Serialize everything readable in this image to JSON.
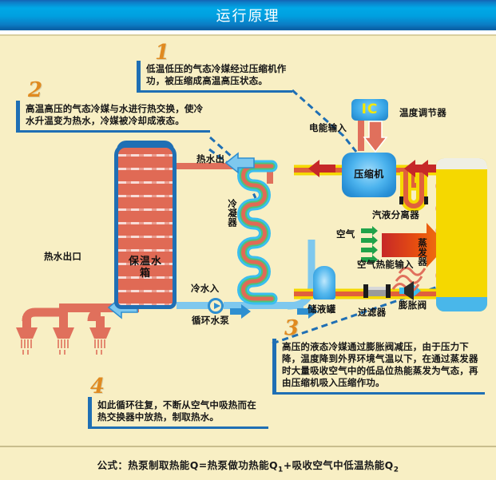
{
  "header": {
    "title": "运行原理"
  },
  "notes": [
    {
      "num": "1",
      "text": "低温低压的气态冷媒经过压缩机作功，被压缩成高温高压状态。"
    },
    {
      "num": "2",
      "text": "高温高压的气态冷媒与水进行热交换，使冷水升温变为热水，冷媒被冷却成液态。"
    },
    {
      "num": "3",
      "text": "高压的液态冷媒通过膨胀阀减压，由于压力下降，温度降到外界环境气温以下，在通过蒸发器时大量吸收空气中的低品位热能蒸发为气态，再由压缩机吸入压缩作功。"
    },
    {
      "num": "4",
      "text": "如此循环往复，不断从空气中吸热而在热交换器中放热，制取热水。"
    }
  ],
  "components": {
    "ic_chip": "IC",
    "ic_label": "温度调节器",
    "power_input": "电能输入",
    "compressor": "压缩机",
    "separator": "汽液分离器",
    "evaporator": "蒸发器",
    "condenser": "冷凝器",
    "water_tank": "保温水箱",
    "liquid_tank": "储液罐",
    "filter": "过滤器",
    "expansion_valve": "膨胀阀",
    "pump": "循环水泵",
    "hot_water_out": "热水出",
    "cold_water_in": "冷水入",
    "hot_water_outlet": "热水出口",
    "air": "空气",
    "air_heat_input": "空气热能输入"
  },
  "formula": {
    "prefix": "公式：热泵制取热能Q=热泵做功热能Q",
    "sub1": "1",
    "middle": "+吸收空气中低温热能Q",
    "sub2": "2"
  },
  "colors": {
    "title_blue": "#00a8e6",
    "background": "#F8EFC4",
    "accent_blue": "#1f6fb4",
    "number_orange": "#E08A20",
    "pipe_red": "#E0603C",
    "pipe_yellow": "#F5D800",
    "water_blue": "#7EC8EE",
    "tank_red": "#E06A55"
  }
}
